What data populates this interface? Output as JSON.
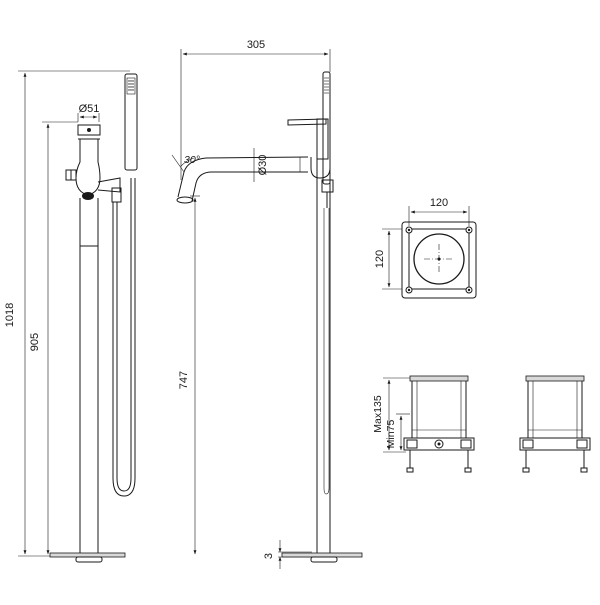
{
  "dimensions": {
    "overall_height": "1018",
    "body_height": "905",
    "spout_height": "747",
    "spout_reach": "305",
    "body_diameter": "Ø51",
    "spout_diameter": "Ø30",
    "spout_angle": "30°",
    "base_thickness": "3",
    "box_width": "120",
    "box_depth": "120",
    "max_depth": "Max135",
    "min_depth": "Min75"
  },
  "colors": {
    "line": "#1a1a1a",
    "fill_grey": "#d9d9d9",
    "background": "#ffffff"
  }
}
